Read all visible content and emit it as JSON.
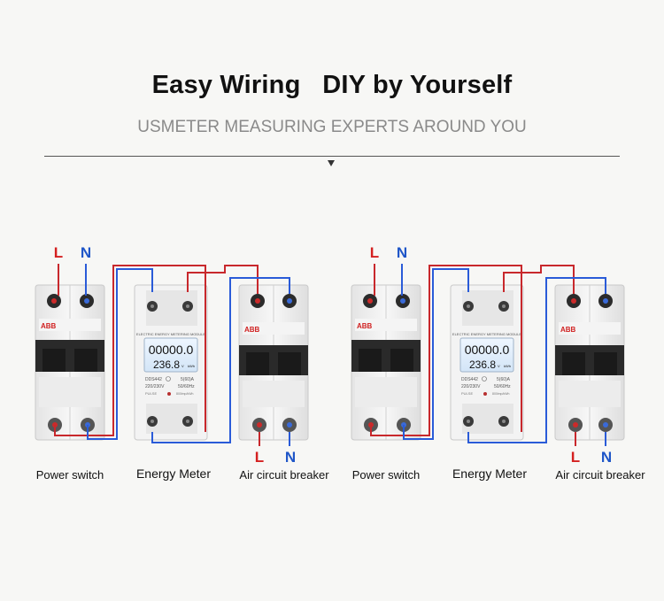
{
  "header": {
    "title": "Easy Wiring   DIY by Yourself",
    "subtitle": "USMETER MEASURING EXPERTS AROUND YOU"
  },
  "terminal_labels": {
    "line": "L",
    "neutral": "N"
  },
  "devices": {
    "power_switch": {
      "caption": "Power switch",
      "brand": "ABB"
    },
    "energy_meter": {
      "caption": "Energy Meter",
      "module_title": "ELECTRIC ENERGY METERING MODULE",
      "lcd_top": "00000.0",
      "lcd_bottom": "236.8",
      "lcd_v": "V",
      "lcd_unit": "kWh",
      "model": "DDS442",
      "rating": "5(60)A",
      "voltage": "220/230V",
      "frequency": "50/60Hz",
      "pulse": "PULSE",
      "impulse": "800imp/kWh"
    },
    "breaker": {
      "caption": "Air circuit breaker",
      "brand": "ABB"
    }
  },
  "colors": {
    "line_wire": "#c8282c",
    "neutral_wire": "#2a5bd8",
    "red_label": "#d42020",
    "blue_label": "#1f56c8"
  }
}
